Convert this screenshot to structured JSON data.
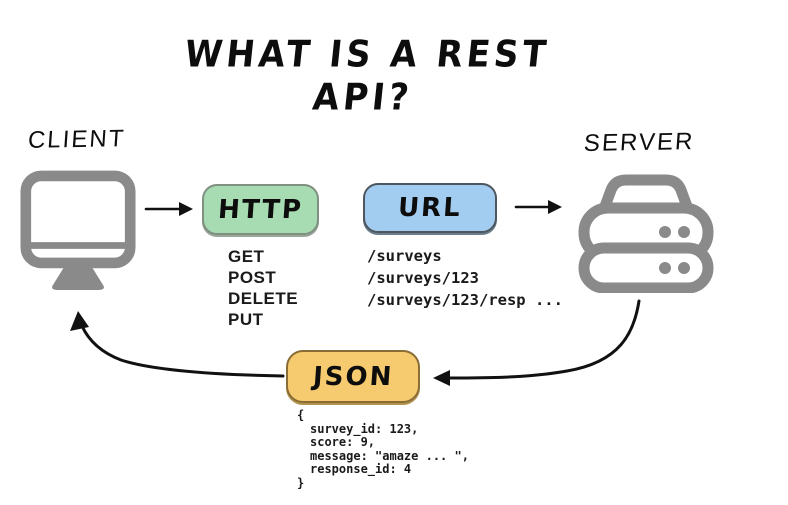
{
  "title": "WHAT IS A REST API?",
  "client": {
    "label": "CLIENT",
    "icon": "monitor-icon"
  },
  "server": {
    "label": "SERVER",
    "icon": "server-stack-icon"
  },
  "http": {
    "label": "HTTP",
    "color": "#a7dcb2",
    "methods": [
      "GET",
      "POST",
      "DELETE",
      "PUT"
    ]
  },
  "url": {
    "label": "URL",
    "color": "#a2cdf0",
    "paths": [
      "/surveys",
      "/surveys/123",
      "/surveys/123/resp ..."
    ]
  },
  "json": {
    "label": "JSON",
    "color": "#f6ca6e",
    "code": [
      "{",
      "survey_id: 123,",
      "score: 9,",
      "message: \"amaze ... \",",
      "response_id: 4",
      "}"
    ]
  },
  "colors": {
    "icon_gray": "#8a8a8a",
    "arrow_black": "#111111"
  },
  "arrows": [
    "client-to-http",
    "url-to-server",
    "server-to-json",
    "json-to-client"
  ]
}
